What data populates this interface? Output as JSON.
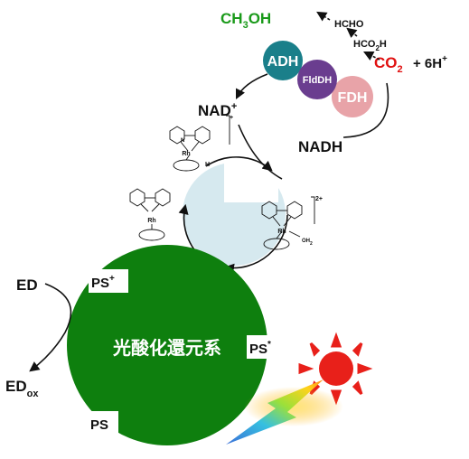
{
  "products": {
    "methanol": {
      "main": "CH",
      "sub1": "3",
      "tail": "OH"
    },
    "hcho": "HCHO",
    "hco2h": {
      "main": "HCO",
      "sub": "2",
      "tail": "H"
    },
    "co2": {
      "main": "CO",
      "sub": "2"
    },
    "plus_protons": {
      "main": "+ 6H",
      "sup": "+"
    }
  },
  "enzymes": {
    "adh": "ADH",
    "fldh": "FldDH",
    "fdh": "FDH"
  },
  "cofactors": {
    "nad": {
      "main": "NAD",
      "sup": "+"
    },
    "nadh": "NADH"
  },
  "rh_complex": {
    "metal": "Rh",
    "nitrogen": "N",
    "hydride": "H",
    "aqua": {
      "main": "OH",
      "sub": "2"
    },
    "charge_plus": "+",
    "charge_2plus": "2+"
  },
  "photosystem": {
    "center_label": "光酸化還元系",
    "ps_plus": {
      "main": "PS",
      "sup": "+"
    },
    "ps_star": {
      "main": "PS",
      "sup": "*"
    },
    "ps": "PS",
    "ed": "ED",
    "ed_ox": {
      "main": "ED",
      "sub": "ox"
    }
  },
  "colors": {
    "green_circle": "#0e7f0e",
    "methanol_green": "#1a9a1a",
    "co2_red": "#e01010",
    "adh_teal": "#1a7f8a",
    "fldh_purple": "#6a3d8f",
    "fdh_pink": "#e8a3a8",
    "cycle_fill": "#d6e9ef",
    "sun_red": "#e8201a"
  },
  "icons": [
    "sun-icon",
    "lightning-icon"
  ]
}
